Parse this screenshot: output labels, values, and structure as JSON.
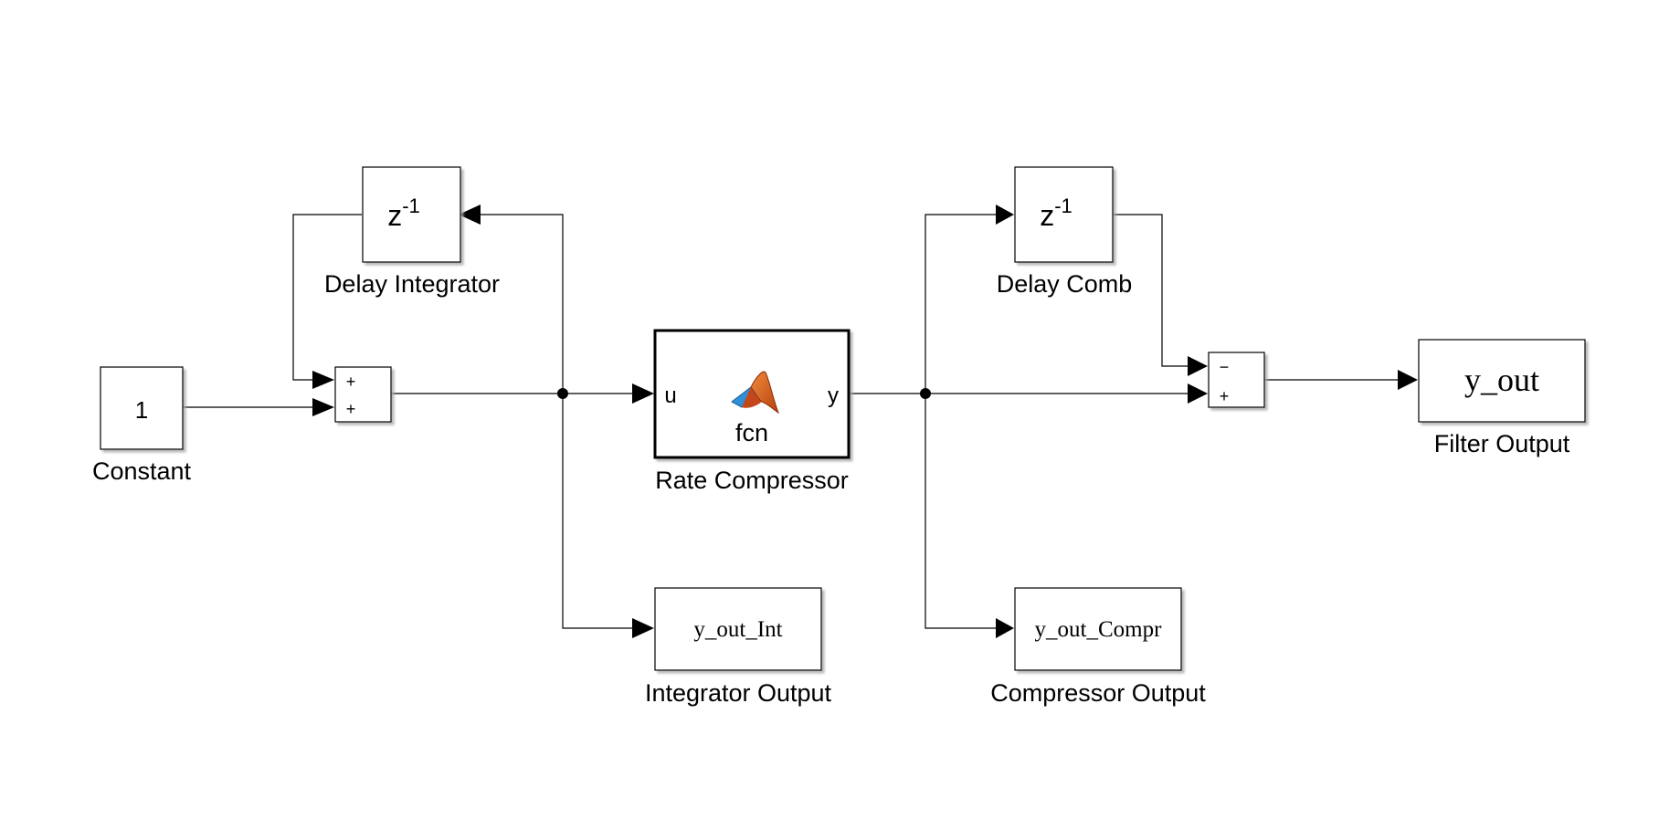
{
  "colors": {
    "line": "#000000",
    "block_fill": "#ffffff",
    "shadow": "#a8a8a8",
    "logo_orange": "#d9531e",
    "logo_blue": "#2f8fd8"
  },
  "constant": {
    "value": "1",
    "label": "Constant"
  },
  "sum_integrator": {
    "sign_top": "+",
    "sign_bottom": "+"
  },
  "delay_integrator": {
    "base": "z",
    "exponent": "-1",
    "label": "Delay Integrator"
  },
  "rate_compressor": {
    "in_port": "u",
    "out_port": "y",
    "function": "fcn",
    "icon": "matlab-logo-icon",
    "label": "Rate Compressor"
  },
  "integrator_output": {
    "name": "y_out_Int",
    "label": "Integrator Output"
  },
  "delay_comb": {
    "base": "z",
    "exponent": "-1",
    "label": "Delay Comb"
  },
  "compressor_output": {
    "name": "y_out_Compr",
    "label": "Compressor Output"
  },
  "sum_comb": {
    "sign_top": "−",
    "sign_bottom": "+"
  },
  "filter_output": {
    "name": "y_out",
    "label": "Filter Output"
  }
}
